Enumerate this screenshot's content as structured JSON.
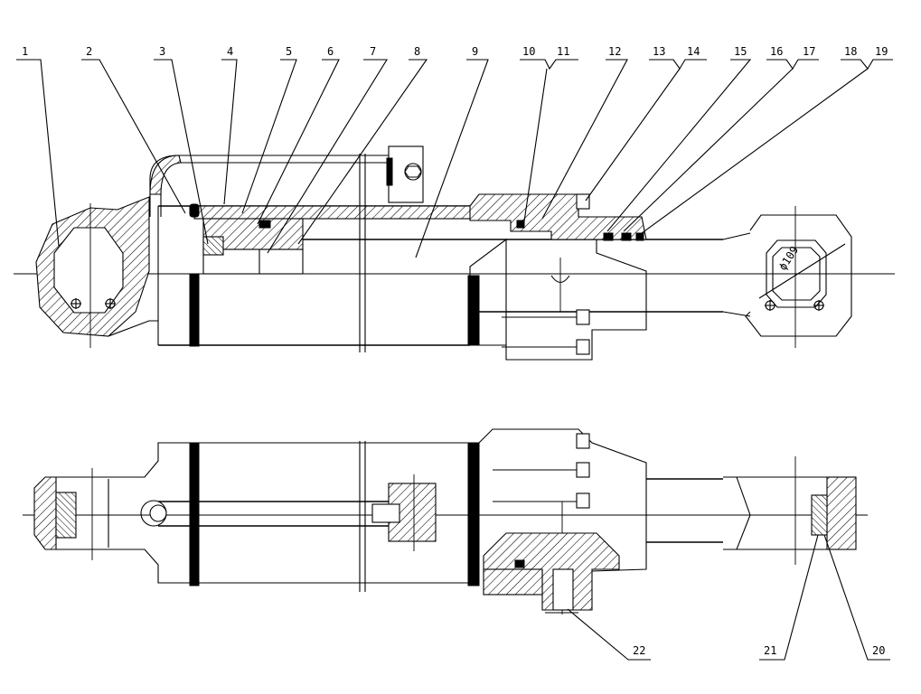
{
  "diagram": {
    "callouts_top": [
      "1",
      "2",
      "3",
      "4",
      "5",
      "6",
      "7",
      "8",
      "9",
      "10",
      "11",
      "12",
      "13",
      "14",
      "15",
      "16",
      "17",
      "18",
      "19"
    ],
    "callouts_bottom": [
      "22",
      "21",
      "20"
    ],
    "dimension_label": "ϕ109"
  }
}
